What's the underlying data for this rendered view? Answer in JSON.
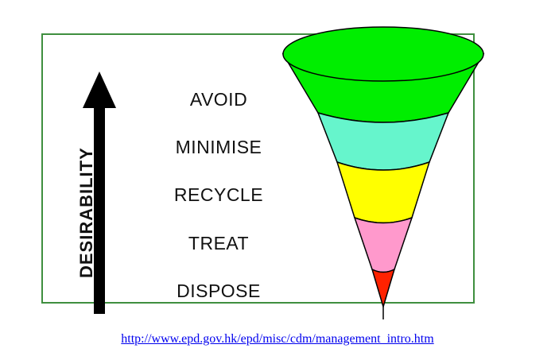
{
  "diagram": {
    "axis_label": "DESIRABILITY",
    "levels": [
      {
        "label": "AVOID",
        "color": "#00ee00"
      },
      {
        "label": "MINIMISE",
        "color": "#66f5cc"
      },
      {
        "label": "RECYCLE",
        "color": "#ffff00"
      },
      {
        "label": "TREAT",
        "color": "#ff99cc"
      },
      {
        "label": "DISPOSE",
        "color": "#ff2200"
      }
    ],
    "frame_color": "#3f8f3f",
    "arrow_color": "#000000"
  },
  "footer": {
    "link_text": "http://www.epd.gov.hk/epd/misc/cdm/management_intro.htm"
  }
}
